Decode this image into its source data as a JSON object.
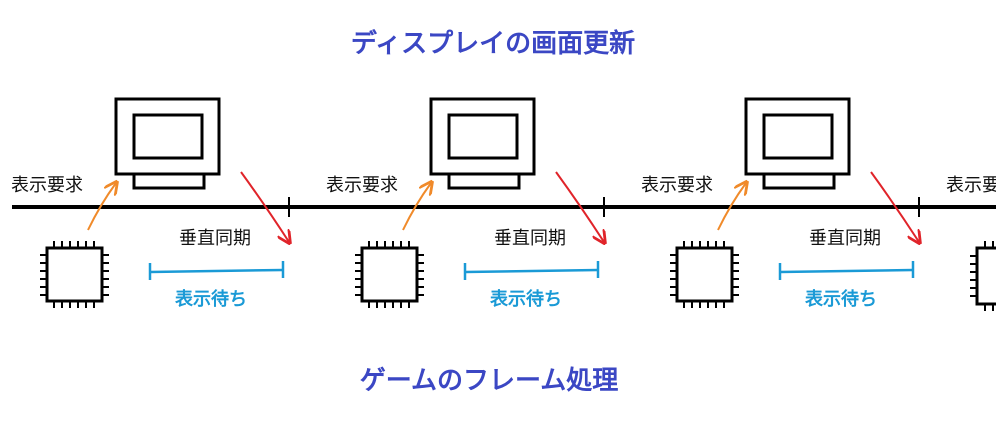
{
  "title_top": "ディスプレイの画面更新",
  "title_bottom": "ゲームのフレーム処理",
  "labels": {
    "display_request": "表示要求",
    "vsync": "垂直同期",
    "display_wait": "表示待ち",
    "display_request_clipped": "表示要"
  },
  "icons": {
    "monitor": "monitor-icon",
    "cpu": "cpu-chip-icon"
  },
  "colors": {
    "title": "#3b47c4",
    "wait": "#1a9ad6",
    "request_arrow": "#f08a2a",
    "vsync_arrow": "#e0242a",
    "line": "#000000"
  }
}
